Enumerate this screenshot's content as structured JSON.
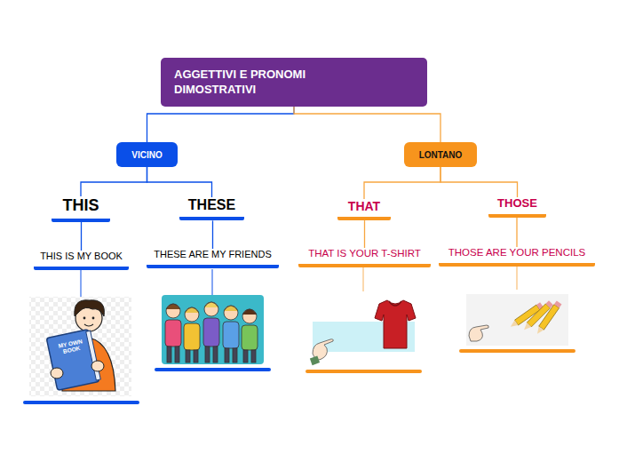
{
  "diagram": {
    "nodes": [
      {
        "text": [
          "AGGETTIVI E PRONOMI DIMOSTRATIVI"
        ]
      },
      {
        "text": [
          "VICINO"
        ]
      },
      {
        "text": [
          "LONTANO"
        ]
      },
      {
        "text": [
          "THIS"
        ]
      },
      {
        "text": [
          "THESE"
        ]
      },
      {
        "text": [
          "THAT"
        ]
      },
      {
        "text": [
          "THOSE"
        ]
      },
      {
        "text": [
          "THIS IS MY BOOK"
        ]
      },
      {
        "text": [
          "THESE ARE MY FRIENDS"
        ]
      },
      {
        "text": [
          "THAT IS YOUR T-SHIRT"
        ]
      },
      {
        "text": [
          "THOSE ARE YOUR PENCILS"
        ]
      }
    ],
    "edges": [
      {
        "from": 0,
        "to": 1,
        "arrow": "none"
      },
      {
        "from": 0,
        "to": 2,
        "arrow": "none"
      },
      {
        "from": 1,
        "to": 3,
        "arrow": "none"
      },
      {
        "from": 1,
        "to": 4,
        "arrow": "none"
      },
      {
        "from": 2,
        "to": 5,
        "arrow": "none"
      },
      {
        "from": 2,
        "to": 6,
        "arrow": "none"
      },
      {
        "from": 3,
        "to": 7,
        "arrow": "none"
      },
      {
        "from": 4,
        "to": 8,
        "arrow": "none"
      },
      {
        "from": 5,
        "to": 9,
        "arrow": "none"
      },
      {
        "from": 6,
        "to": 10,
        "arrow": "none"
      }
    ],
    "labels": [
      "MY OWN BOOK"
    ]
  }
}
